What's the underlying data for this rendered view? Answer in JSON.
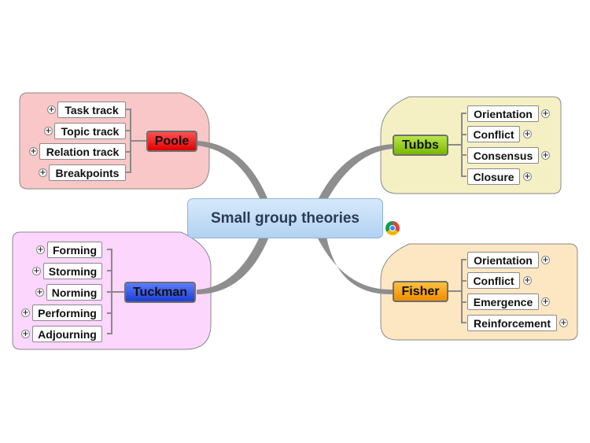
{
  "central_topic": "Small group theories",
  "branches": {
    "poole": {
      "label": "Poole",
      "color": "#ff0000",
      "children": [
        "Task track",
        "Topic track",
        "Relation track",
        "Breakpoints"
      ]
    },
    "tuckman": {
      "label": "Tuckman",
      "color": "#2a4fe0",
      "children": [
        "Forming",
        "Storming",
        "Norming",
        "Performing",
        "Adjourning"
      ]
    },
    "tubbs": {
      "label": "Tubbs",
      "color": "#88c000",
      "children": [
        "Orientation",
        "Conflict",
        "Consensus",
        "Closure"
      ]
    },
    "fisher": {
      "label": "Fisher",
      "color": "#f59800",
      "children": [
        "Orientation",
        "Conflict",
        "Emergence",
        "Reinforcement"
      ]
    }
  },
  "expand_icon": "+",
  "icons": [
    "plus-expand-icon",
    "chrome-icon"
  ]
}
